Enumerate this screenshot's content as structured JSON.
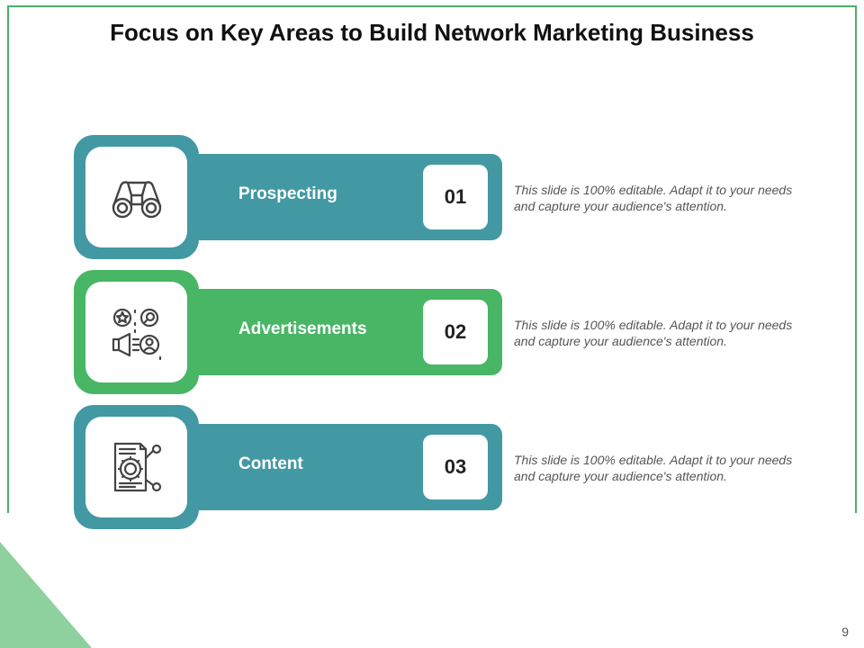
{
  "slide": {
    "title": "Focus on Key Areas to Build Network Marketing Business",
    "page_number": "9",
    "colors": {
      "teal": "#4399a3",
      "green": "#48b665",
      "light_green": "#8fd19e"
    }
  },
  "items": [
    {
      "label": "Prospecting",
      "number": "01",
      "icon": "binoculars-icon",
      "color": "teal",
      "description": "This slide is 100% editable.  Adapt it to your needs and capture your audience's attention."
    },
    {
      "label": "Advertisements",
      "number": "02",
      "icon": "megaphone-marketing-icon",
      "color": "green",
      "description": "This slide is 100% editable.  Adapt it to your needs and capture your audience's attention."
    },
    {
      "label": "Content",
      "number": "03",
      "icon": "document-gear-icon",
      "color": "teal",
      "description": "This slide is 100% editable.  Adapt it to your needs and capture your audience's attention."
    }
  ]
}
